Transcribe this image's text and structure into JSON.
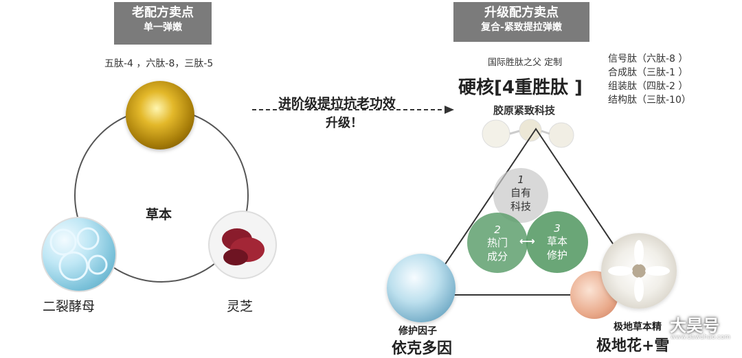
{
  "left": {
    "header": {
      "title": "老配方卖点",
      "subtitle": "单一弹嫩"
    },
    "peptides": "五肽-4 ，六肽-8，三肽-5",
    "center_label": "草本",
    "bottom_left_label": "二裂酵母",
    "bottom_right_label": "灵芝"
  },
  "middle": {
    "line1": "进阶级提拉抗老功效",
    "line2": "升级！"
  },
  "right": {
    "header": {
      "title": "升级配方卖点",
      "subtitle": "复合-紧致提拉弹嫩"
    },
    "custom": "国际胜肽之父 定制",
    "main_title": "硬核[4重胜肽 ]",
    "tech": "胶原紧致科技",
    "peptide_list": [
      "信号肽（六肽-8 ）",
      "合成肽（三肽-1 ）",
      "组装肽（四肽-2 ）",
      "结构肽（三肽-10）"
    ],
    "venn": {
      "top": {
        "num": "1",
        "text1": "自有",
        "text2": "科技"
      },
      "left": {
        "num": "2",
        "text1": "热门",
        "text2": "成分"
      },
      "right": {
        "num": "3",
        "text1": "草本",
        "text2": "修护"
      }
    },
    "bottom_left_small": "修护因子",
    "bottom_left_big": "依克多因",
    "bottom_right_small": "极地草本精",
    "bottom_right_big": "极地花+雪",
    "watermark": "大昊号",
    "watermark_url": "www.dawuhao.com"
  }
}
